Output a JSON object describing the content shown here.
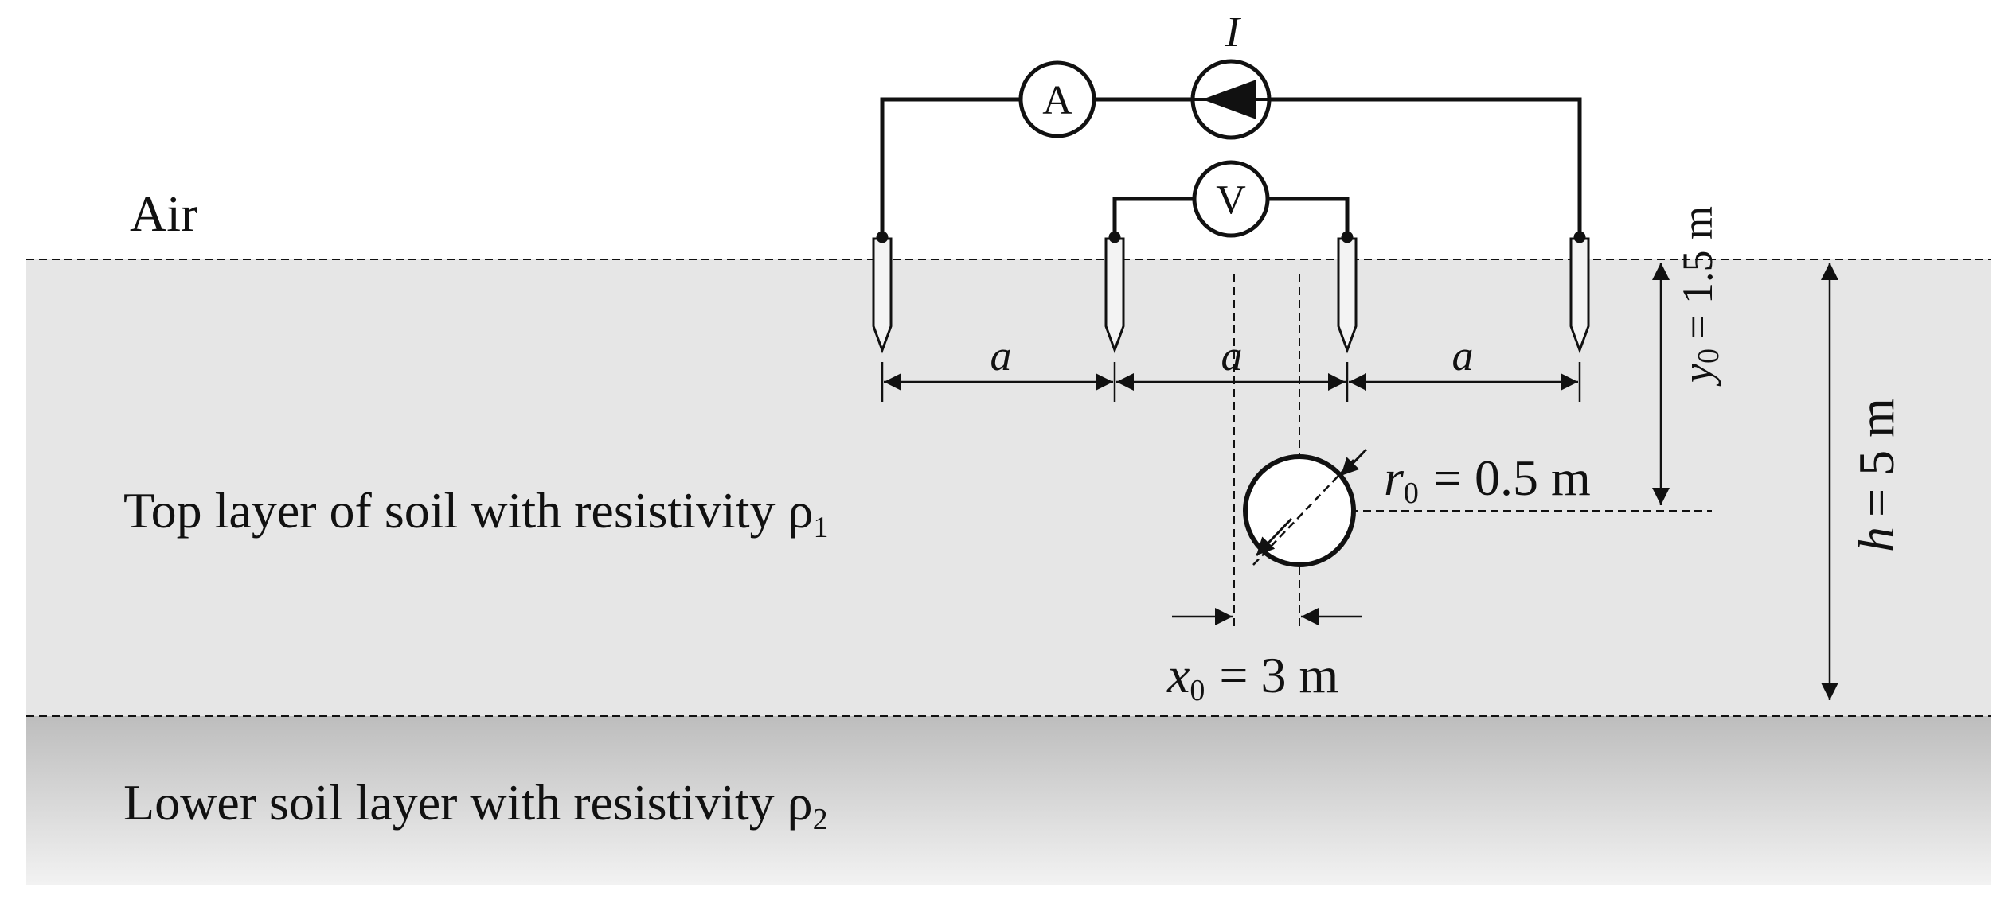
{
  "labels": {
    "air": "Air",
    "top_layer": "Top layer of soil with resistivity ρ",
    "top_layer_sub": "1",
    "lower_layer": "Lower soil layer with resistivity ρ",
    "lower_layer_sub": "2",
    "ammeter": "A",
    "voltmeter": "V",
    "current": "I",
    "spacing_1": "a",
    "spacing_2": "a",
    "spacing_3": "a",
    "r0_var": "r",
    "r0_sub": "0",
    "r0_value": "= 0.5 m",
    "x0_var": "x",
    "x0_sub": "0",
    "x0_value": "= 3 m",
    "y0_var": "y",
    "y0_sub": "0",
    "y0_value": "= 1.5 m",
    "h_var": "h",
    "h_value": "= 5 m"
  },
  "colors": {
    "top_layer": "#e6e6e6",
    "lower_layer_top": "#bdbdbd",
    "lower_layer_bottom": "#f0f0f0",
    "lines": "#111111"
  }
}
